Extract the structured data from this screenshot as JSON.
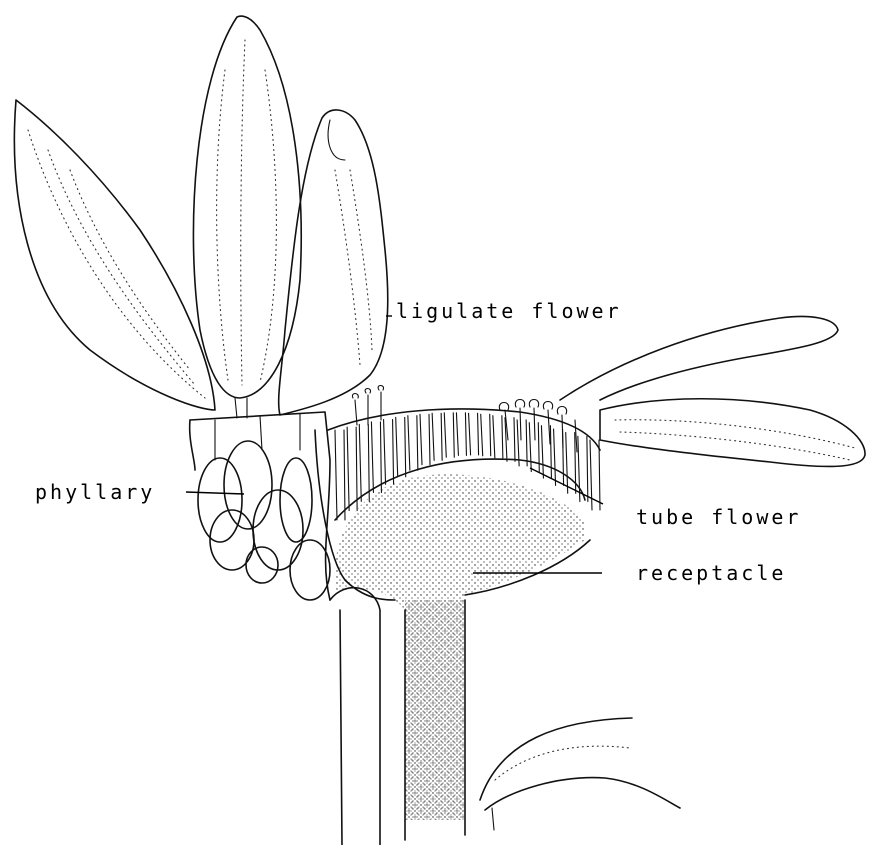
{
  "labels": {
    "ligulate_flower": "ligulate flower",
    "phyllary": "phyllary",
    "tube_flower": "tube flower",
    "receptacle": "receptacle"
  },
  "colors": {
    "ink": "#111111",
    "paper": "#ffffff"
  }
}
